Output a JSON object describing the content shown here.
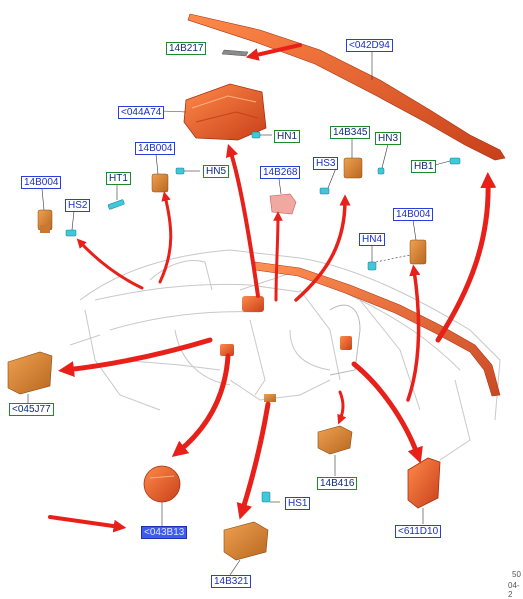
{
  "diagram": {
    "callouts": {
      "c_14B217": "14B217",
      "c_042D94": "<042D94",
      "c_044A74": "<044A74",
      "c_HN1": "HN1",
      "c_14B345": "14B345",
      "c_HN3": "HN3",
      "c_HS3": "HS3",
      "c_HB1": "HB1",
      "c_14B004_a": "14B004",
      "c_HT1": "HT1",
      "c_HN5": "HN5",
      "c_14B004_b": "14B004",
      "c_HS2": "HS2",
      "c_14B268": "14B268",
      "c_14B004_c": "14B004",
      "c_HN4": "HN4",
      "c_045J77": "<045J77",
      "c_14B416": "14B416",
      "c_043B13": "<043B13",
      "c_HS1": "HS1",
      "c_611D10": "<611D10",
      "c_14B321": "14B321"
    },
    "corner_line1": "50",
    "corner_line2": "04-2"
  },
  "colors": {
    "callout_border": "#2a3fd8",
    "hardware_border": "#1f8a2a",
    "selected_fill": "#3d5cf0",
    "component_orange": "#e8632a",
    "arrow_red": "#e8201a",
    "connector_cyan": "#3fc8d8"
  }
}
